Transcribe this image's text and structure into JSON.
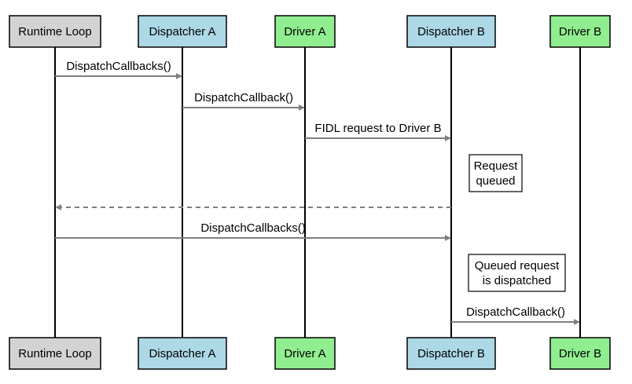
{
  "participants": [
    {
      "id": "runtime",
      "label": "Runtime Loop",
      "color": "#d3d3d3"
    },
    {
      "id": "dispA",
      "label": "Dispatcher A",
      "color": "#add8e6"
    },
    {
      "id": "drvA",
      "label": "Driver A",
      "color": "#90ee90"
    },
    {
      "id": "dispB",
      "label": "Dispatcher B",
      "color": "#add8e6"
    },
    {
      "id": "drvB",
      "label": "Driver B",
      "color": "#90ee90"
    }
  ],
  "messages": [
    {
      "from": "runtime",
      "to": "dispA",
      "label": "DispatchCallbacks()",
      "style": "solid"
    },
    {
      "from": "dispA",
      "to": "drvA",
      "label": "DispatchCallback()",
      "style": "solid"
    },
    {
      "from": "drvA",
      "to": "dispB",
      "label": "FIDL request to Driver B",
      "style": "solid"
    },
    {
      "from": "dispB",
      "to": "runtime",
      "label": "",
      "style": "dashed"
    },
    {
      "from": "runtime",
      "to": "dispB",
      "label": "DispatchCallbacks()",
      "style": "solid"
    },
    {
      "from": "dispB",
      "to": "drvB",
      "label": "DispatchCallback()",
      "style": "solid"
    }
  ],
  "notes": [
    {
      "over": "dispB",
      "lines": [
        "Request",
        "queued"
      ]
    },
    {
      "over": "dispB",
      "lines": [
        "Queued request",
        "is dispatched"
      ]
    }
  ],
  "colors": {
    "line": "#000000",
    "arrow": "#7f7f7f"
  }
}
